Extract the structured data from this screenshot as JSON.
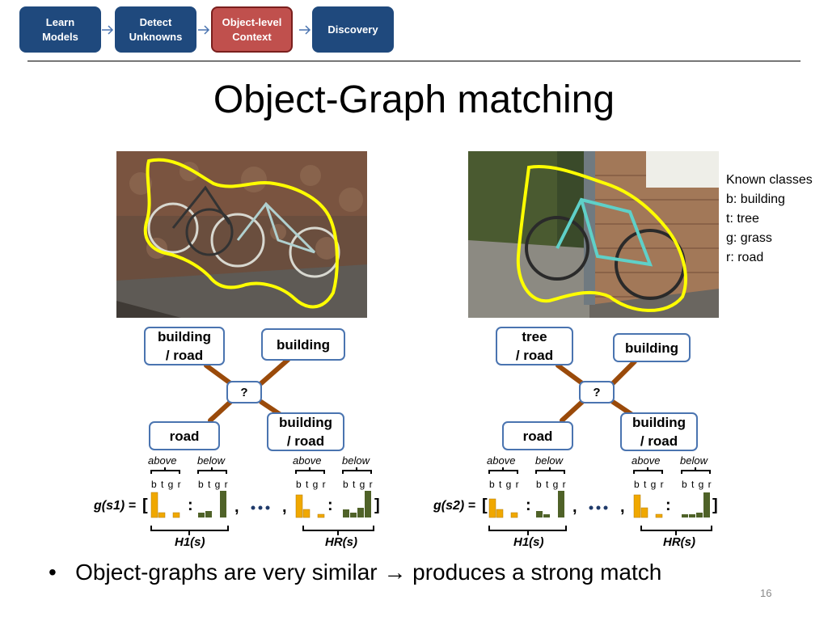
{
  "nav": {
    "steps": [
      {
        "label": "Learn\nModels"
      },
      {
        "label": "Detect\nUnknowns"
      },
      {
        "label": "Object-level\nContext"
      },
      {
        "label": "Discovery"
      }
    ]
  },
  "title": "Object-Graph matching",
  "known_classes": {
    "header": "Known classes",
    "items": [
      "b: building",
      "t: tree",
      "g: grass",
      "r: road"
    ]
  },
  "graph1": {
    "top_left": "building\n/ road",
    "top_right": "building",
    "center": "?",
    "bottom_left": "road",
    "bottom_right": "building\n/ road"
  },
  "graph2": {
    "top_left": "tree\n/ road",
    "top_right": "building",
    "center": "?",
    "bottom_left": "road",
    "bottom_right": "building\n/ road"
  },
  "hist": {
    "above": "above",
    "below": "below",
    "btgr": "b t g r",
    "colon": ":",
    "comma": ",",
    "open": "[",
    "close": "]",
    "h1": "H1(s)",
    "hr": "HR(s)"
  },
  "g1_label": "g(s1) = ",
  "g2_label": "g(s2) = ",
  "bullet": "Object-graphs are very similar → produces a strong match",
  "page_number": "16",
  "colors": {
    "nav_blue": "#1f497d",
    "nav_red": "#c0504d",
    "node_border": "#4a74b0",
    "edge": "#9a4a0a",
    "above_bar": "#f0a800",
    "below_bar": "#4f6228",
    "contour": "#ffff00"
  }
}
